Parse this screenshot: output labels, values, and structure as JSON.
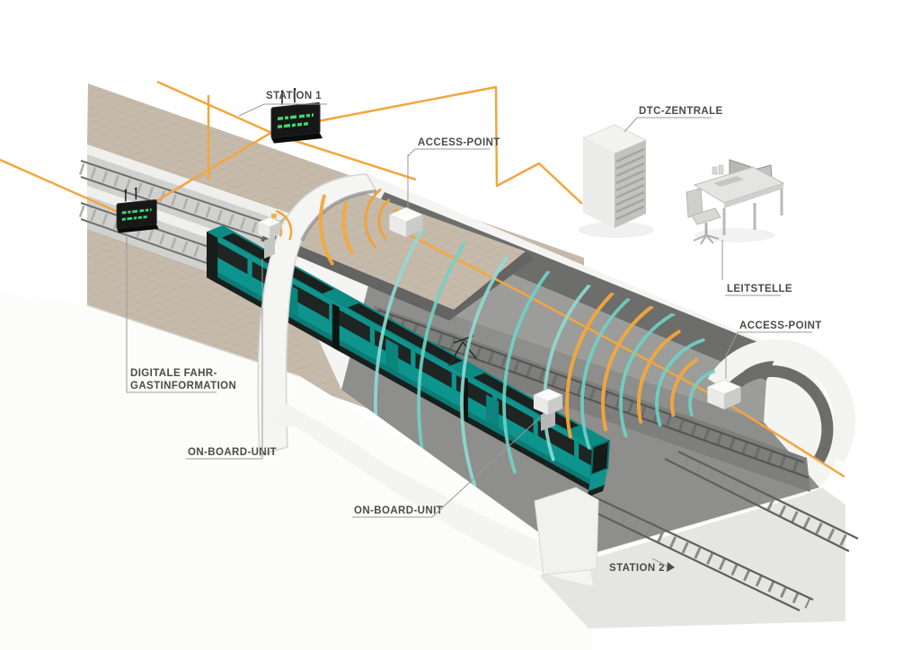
{
  "figure": {
    "type": "isometric technical illustration",
    "subject": "Tram tunnel radio communication system with access points, on-board units and DTC control centre"
  },
  "labels": {
    "station1": "STATION 1",
    "access_point_tunnel": "ACCESS-POINT",
    "dtc_zentrale": "DTC-ZENTRALE",
    "leitstelle": "LEITSTELLE",
    "access_point_exit": "ACCESS-POINT",
    "digitale_fahrgastinformation_line1": "DIGITALE FAHR-",
    "digitale_fahrgastinformation_line2": "GASTINFORMATION",
    "onboard_unit_station": "ON-BOARD-UNIT",
    "onboard_unit_tunnel": "ON-BOARD-UNIT",
    "station2": "STATION 2"
  },
  "colors": {
    "background": "#ffffff",
    "cable_orange": "#f3a63d",
    "signal_teal": "#6fd3c6",
    "train_teal": "#0e948d",
    "display_green": "#3bd66f",
    "label_text": "#4b4b49",
    "platform_tan": "#c6baab",
    "tunnel_grey": "#9c9c9a"
  }
}
